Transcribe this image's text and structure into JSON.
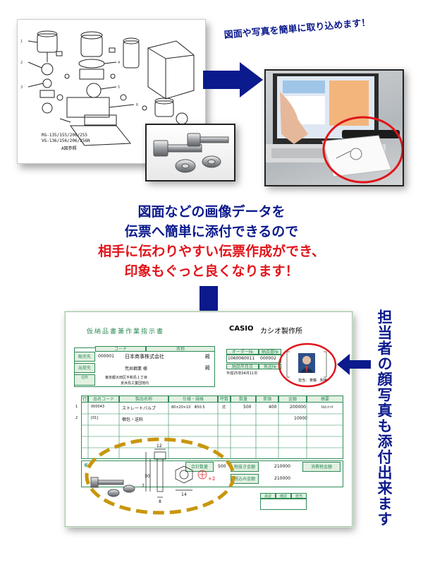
{
  "top": {
    "caption": "図面や写真を簡単に取り込めます！",
    "drawing_models": [
      "RG-135/155/206/255",
      "VG-136/156/206/256N"
    ],
    "drawing_tag": "A図参照"
  },
  "message": {
    "line1": "図面などの画像データを",
    "line2": "伝票へ簡単に添付できるので",
    "line3": "相手に伝わりやすい伝票作成ができ、",
    "line4": "印象もぐっと良くなります！"
  },
  "invoice": {
    "title": "仮納品書兼作業指示書",
    "logo": "CASIO",
    "company": "カシオ製作所",
    "labels": {
      "code": "コード",
      "name": "名称",
      "sales": "販売先",
      "ship": "出荷先",
      "address": "住所",
      "order_no": "オーダー№",
      "slip_no": "納品書№",
      "date": "納品年月日",
      "count": "発送№",
      "staff": "担当：",
      "notes": "備考",
      "total_qty": "合計数量",
      "tax_amount": "税抜き金額",
      "tax_total": "消費税金額",
      "incl_total": "税込み金額"
    },
    "customer_code": "000001",
    "customer_name": "日本商事株式会社",
    "customer_honorific": "殿",
    "ship_name": "荒井鋼業 様",
    "ship_honorific": "殿",
    "address_line1": "東京都大田区平和島１丁目",
    "address_line2": "京浜島工業団地内",
    "order_value": "1060060011",
    "slip_value": "000002",
    "date_value": "平成25年04月11日",
    "staff_name": "斉藤　知実",
    "table_headers": [
      "行",
      "品名コード",
      "製品名称",
      "仕様・規格",
      "呼数",
      "数量",
      "単価",
      "金額",
      "摘要"
    ],
    "rows": [
      {
        "no": "1",
        "code": "000043",
        "name": "ストレートバルブ",
        "spec": "80×20×10　Φ50.5",
        "unit": "式",
        "qty": "500",
        "price": "400",
        "amount": "200000",
        "note": "ﾏﾙｶﾝﾒｯｷ"
      },
      {
        "no": "2",
        "code": "[01]",
        "name": "梱包・送料",
        "spec": "",
        "unit": "",
        "qty": "",
        "price": "",
        "amount": "10000",
        "note": ""
      }
    ],
    "total_qty_value": "500",
    "tax_amount_value": "210000",
    "incl_total_value": "210000",
    "drawing_dims": {
      "d12": "12",
      "d30": "30",
      "d8": "8",
      "d14": "14",
      "d7": "7",
      "mark": "+2"
    },
    "stamp_headers": [
      "承認",
      "確認",
      "担当"
    ]
  },
  "side_text": "担当者の顔写真も添付出来ます",
  "colors": {
    "navy": "#0b1a8c",
    "red": "#e0141a",
    "green": "#2e8b57",
    "gold_dash": "#c8960c"
  }
}
